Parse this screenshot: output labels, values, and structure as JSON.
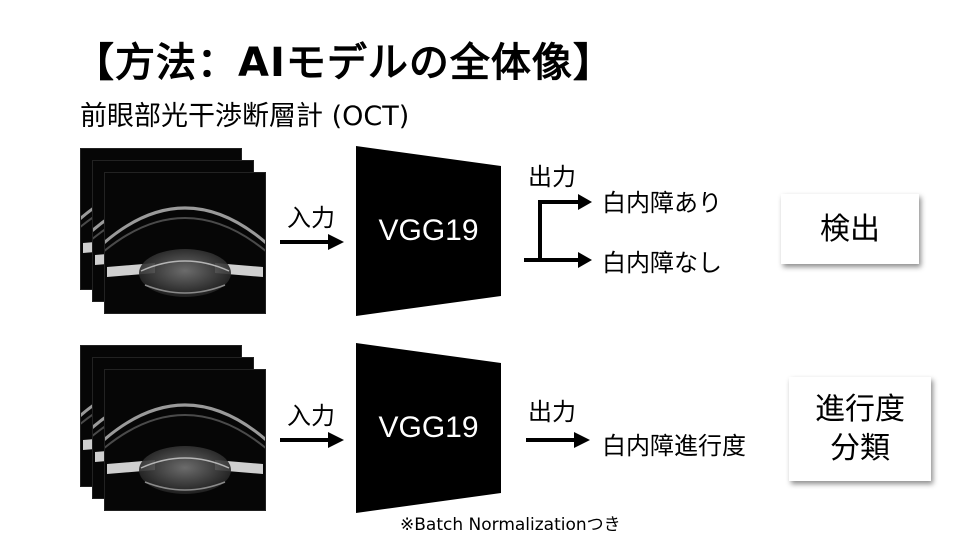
{
  "title": "【方法：AIモデルの全体像】",
  "subtitle": "前眼部光干渉断層計 (OCT)",
  "rows": [
    {
      "input_label": "入力",
      "model_label": "VGG19",
      "output_label": "出力",
      "outputs": [
        "白内障あり",
        "白内障なし"
      ],
      "task_label": "検出"
    },
    {
      "input_label": "入力",
      "model_label": "VGG19",
      "output_label": "出力",
      "outputs": [
        "白内障進行度"
      ],
      "task_label": "進行度\n分類"
    }
  ],
  "footnote": "※Batch Normalizationつき"
}
